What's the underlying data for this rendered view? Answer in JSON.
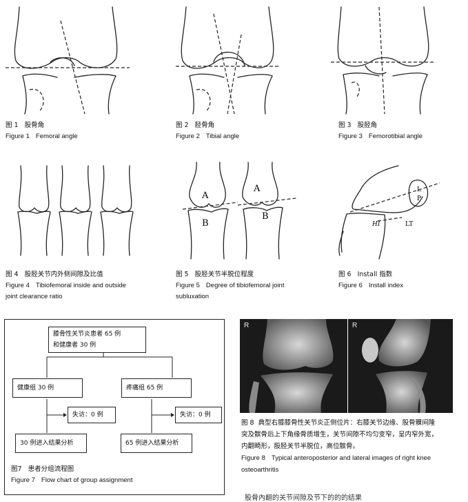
{
  "figures": {
    "f1": {
      "zh_num": "图 1",
      "zh": "股骨角",
      "en_num": "Figure 1",
      "en": "Femoral angle"
    },
    "f2": {
      "zh_num": "图 2",
      "zh": "胫骨角",
      "en_num": "Figure 2",
      "en": "Tibial angle"
    },
    "f3": {
      "zh_num": "图 3",
      "zh": "股胫角",
      "en_num": "Figure 3",
      "en": "Femorotibial angle"
    },
    "f4": {
      "zh_num": "图 4",
      "zh": "股胫关节内外侧间隙及比值",
      "en_num": "Figure 4",
      "en": "Tibiofemoral inside and outside",
      "en2": "joint clearance ratio"
    },
    "f5": {
      "zh_num": "图 5",
      "zh": "股胫关节半脱位程度",
      "en_num": "Figure 5",
      "en": "Degree of tibiofemoral joint",
      "en2": "subluxation",
      "label_a": "A",
      "label_b": "B"
    },
    "f6": {
      "zh_num": "图 6",
      "zh": "Install 指数",
      "en_num": "Figure 6",
      "en": "Install index",
      "label_lp": "L",
      "label_lp2": "P",
      "label_hi": "HI",
      "label_lt": "LT"
    },
    "f7": {
      "zh_num": "图7",
      "zh": "患者分组流程图",
      "en_num": "Figure 7",
      "en": "Flow chart of group assignment"
    },
    "f8": {
      "zh_num": "图 8",
      "zh": "典型右膝膝骨性关节炎正侧位片：右膝关节边缘、股骨髁间隆",
      "zh2": "突及髌骨后上下角缘骨质增生，关节间隙不均匀变窄，呈内窄外宽，",
      "zh3": "内翻畸形，股胫关节半脱位，高位髌骨。",
      "en_num": "Figure 8",
      "en": "Typical anteroposterior and lateral images of right knee",
      "en2": "osteoarthritis",
      "xray_label": "R"
    }
  },
  "flowchart": {
    "top": "膝骨性关节炎患者 65 例",
    "top2": "和健康者 30 例",
    "healthy": "健康组 30 例",
    "pain": "疼痛组 65 例",
    "lost_left": "失访：0 例",
    "lost_right": "失访：0 例",
    "result_left": "30 例进入结果分析",
    "result_right": "65 例进入结果分析"
  },
  "cutoff_text": "股骨內翻的关节间隙及节下的的的结果"
}
